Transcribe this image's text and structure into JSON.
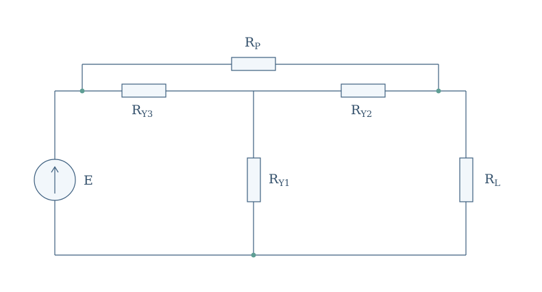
{
  "diagram": {
    "components": {
      "rp": {
        "main": "R",
        "sub": "P"
      },
      "ry3": {
        "main": "R",
        "sub": "Y3"
      },
      "ry2": {
        "main": "R",
        "sub": "Y2"
      },
      "ry1": {
        "main": "R",
        "sub": "Y1"
      },
      "rl": {
        "main": "R",
        "sub": "L"
      },
      "e": {
        "main": "E"
      }
    },
    "colors": {
      "wire": "#3d5f7f",
      "node": "#5e9e94",
      "fill": "#f2f7fb"
    }
  }
}
